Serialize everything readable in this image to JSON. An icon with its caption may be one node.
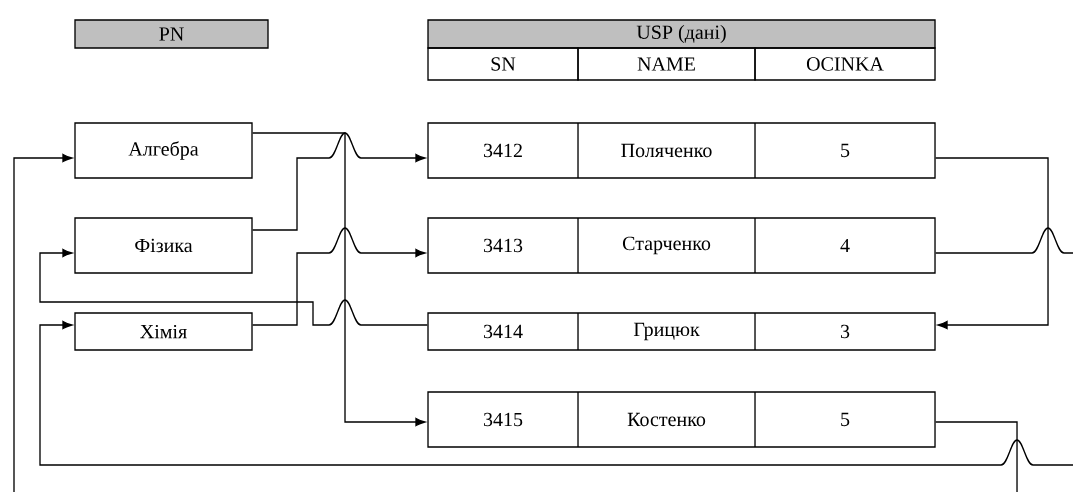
{
  "diagram": {
    "nodes": [
      {
        "text": [
          "PN"
        ]
      },
      {
        "text": [
          "USP (дані)"
        ]
      },
      {
        "text": [
          "SN"
        ]
      },
      {
        "text": [
          "NAME"
        ]
      },
      {
        "text": [
          "OCINKA"
        ]
      },
      {
        "text": [
          "Алгебра"
        ]
      },
      {
        "text": [
          "Фізика"
        ]
      },
      {
        "text": [
          "Хімія"
        ]
      },
      {
        "text": [
          "3412",
          "Поляченко",
          "5"
        ]
      },
      {
        "text": [
          "3413",
          "Старченко",
          "4"
        ]
      },
      {
        "text": [
          "3414",
          "Грицюк",
          "3"
        ]
      },
      {
        "text": [
          "3415",
          "Костенко",
          "5"
        ]
      }
    ],
    "edges": [
      {
        "from": 5,
        "to": 11,
        "arrow": "to"
      },
      {
        "from": 6,
        "to": 8,
        "arrow": "to"
      },
      {
        "from": 7,
        "to": 9,
        "arrow": "to"
      },
      {
        "from": 10,
        "to": 6,
        "arrow": "to"
      },
      {
        "from": 8,
        "to": 10,
        "arrow": "to"
      },
      {
        "from": 9,
        "to": null,
        "arrow": "none"
      },
      {
        "from": null,
        "to": 5,
        "arrow": "to"
      },
      {
        "from": 11,
        "to": null,
        "arrow": "none"
      },
      {
        "from": null,
        "to": 7,
        "arrow": "to"
      }
    ]
  }
}
